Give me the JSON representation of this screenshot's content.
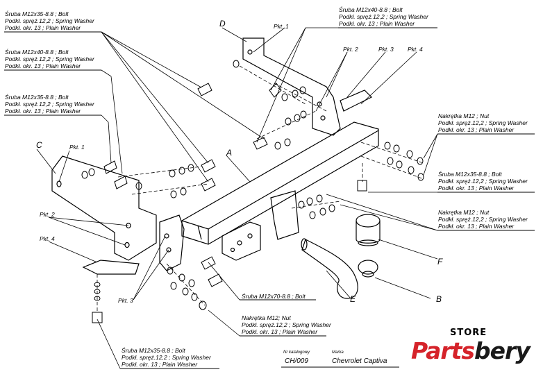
{
  "callouts": {
    "top_left_1": [
      "Śruba M12x35-8.8 ;  Bolt",
      "Podkł. spręż.12,2 ; Spring Washer",
      "Podkł. okr. 13 ; Plain Washer"
    ],
    "top_left_2": [
      "Śruba M12x40-8.8 ;  Bolt",
      "Podkł. spręż.12,2 ; Spring Washer",
      "Podkł. okr. 13 ; Plain Washer"
    ],
    "top_left_3": [
      "Śruba M12x35-8.8 ;  Bolt",
      "Podkł. spręż.12,2 ; Spring Washer",
      "Podkł. okr. 13 ; Plain Washer"
    ],
    "top_right": [
      "Śruba M12x40-8.8 ;  Bolt",
      "Podkł. spręż.12,2 ; Spring Washer",
      "Podkł. okr. 13 ; Plain Washer"
    ],
    "right_1": [
      "Nakrętka  M12 ; Nut",
      "Podkł. spręż.12,2 ; Spring Washer",
      "Podkł. okr. 13 ; Plain Washer"
    ],
    "right_2": [
      "Śruba M12x35-8.8 ;  Bolt",
      "Podkł. spręż.12,2 ; Spring Washer",
      "Podkł. okr. 13 ; Plain Washer"
    ],
    "right_3": [
      "Nakrętka  M12 ; Nut",
      "Podkł. spręż.12,2 ; Spring Washer",
      "Podkł. okr. 13 ; Plain Washer"
    ],
    "center_bolt": "Śruba M12x70-8.8 ;  Bolt",
    "center_nut": [
      "Nakrętka  M12; Nut",
      "Podkł. spręż.12,2 ; Spring Washer",
      "Podkł. okr. 13 ; Plain Washer"
    ],
    "bottom": [
      "Śruba M12x35-8.8 ;  Bolt",
      "Podkł. spręż.12,2 ; Spring Washer",
      "Podkł. okr. 13 ; Plain Washer"
    ]
  },
  "letters": {
    "A": "A",
    "B": "B",
    "C": "C",
    "D": "D",
    "E": "E",
    "F": "F"
  },
  "points": {
    "pkt1": "Pkt. 1",
    "pkt2": "Pkt. 2",
    "pkt3": "Pkt. 3",
    "pkt4": "Pkt. 4"
  },
  "title_block": {
    "catalog_caption": "Nr katalogowy",
    "catalog_value": "CH/009",
    "brand_caption": "Marka",
    "brand_value": "Chevrolet Captiva"
  },
  "logo": {
    "store": "STORE",
    "brand_main": "Parts",
    "brand_tail": "bery"
  },
  "colors": {
    "logo_red": "#d5232a",
    "ink": "#000000"
  }
}
